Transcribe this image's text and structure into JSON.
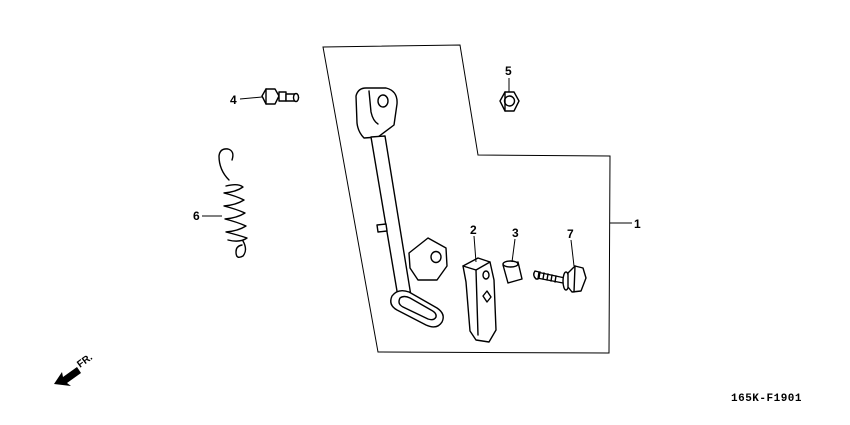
{
  "diagram": {
    "callouts": [
      {
        "id": "1",
        "label": "1",
        "part": "kickstand-assembly"
      },
      {
        "id": "2",
        "label": "2",
        "part": "stand-rubber"
      },
      {
        "id": "3",
        "label": "3",
        "part": "collar"
      },
      {
        "id": "4",
        "label": "4",
        "part": "pivot-bolt"
      },
      {
        "id": "5",
        "label": "5",
        "part": "hex-nut"
      },
      {
        "id": "6",
        "label": "6",
        "part": "stand-spring"
      },
      {
        "id": "7",
        "label": "7",
        "part": "flange-bolt"
      }
    ],
    "direction_marker": "FR.",
    "diagram_code": "165K-F1901"
  }
}
